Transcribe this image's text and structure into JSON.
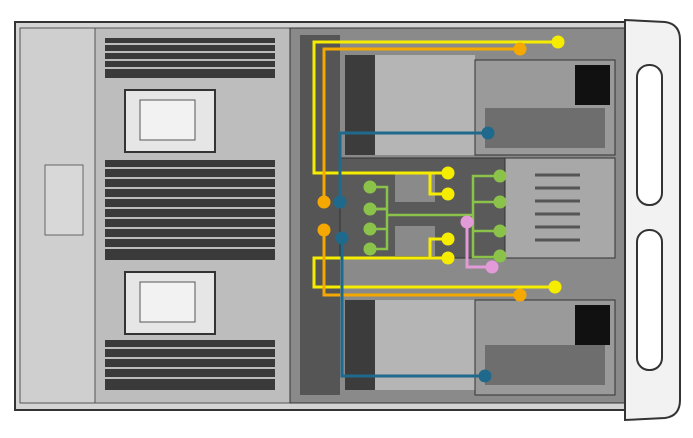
{
  "diagram": {
    "description_visible_text": "",
    "colors": {
      "yellow_cable": "#f5ec00",
      "orange_cable": "#f5a800",
      "blue_cable": "#1f6a8c",
      "green_cable": "#8bc34a",
      "pink_cable": "#e39ad8",
      "chassis_light": "#c9c9c9",
      "chassis_dark": "#4a4a4a"
    },
    "cables": [
      {
        "color": "yellow",
        "route": "top"
      },
      {
        "color": "orange",
        "route": "top"
      },
      {
        "color": "blue",
        "route": "top"
      },
      {
        "color": "green",
        "route": "center"
      },
      {
        "color": "pink",
        "route": "center"
      },
      {
        "color": "yellow",
        "route": "bottom"
      },
      {
        "color": "orange",
        "route": "bottom"
      },
      {
        "color": "blue",
        "route": "bottom"
      }
    ]
  }
}
